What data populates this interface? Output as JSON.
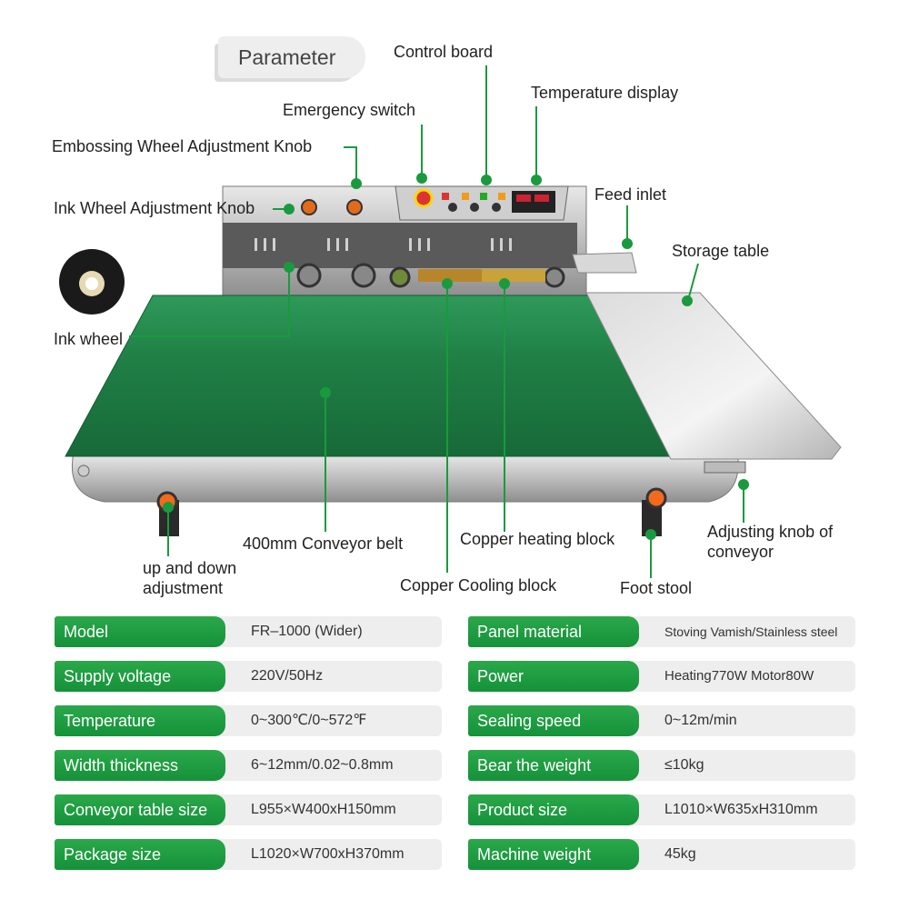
{
  "header": {
    "title": "Parameter"
  },
  "callouts": {
    "control_board": "Control board",
    "temperature_display": "Temperature display",
    "emergency_switch": "Emergency switch",
    "embossing_knob": "Embossing Wheel Adjustment Knob",
    "ink_knob": "Ink Wheel Adjustment Knob",
    "feed_inlet": "Feed inlet",
    "storage_table": "Storage table",
    "ink_wheel": "Ink wheel",
    "conveyor_belt": "400mm Conveyor belt",
    "copper_heating": "Copper heating block",
    "adjusting_knob": "Adjusting knob of conveyor",
    "up_down": "up and down adjustment",
    "copper_cooling": "Copper Cooling block",
    "foot_stool": "Foot stool"
  },
  "specs_left": [
    {
      "key": "Model",
      "value": "FR–1000 (Wider)"
    },
    {
      "key": "Supply voltage",
      "value": "220V/50Hz"
    },
    {
      "key": "Temperature",
      "value": "0~300℃/0~572℉"
    },
    {
      "key": "Width thickness",
      "value": "6~12mm/0.02~0.8mm"
    },
    {
      "key": "Conveyor table size",
      "value": "L955×W400xH150mm"
    },
    {
      "key": "Package size",
      "value": "L1020×W700xH370mm"
    }
  ],
  "specs_right": [
    {
      "key": "Panel material",
      "value": "Stoving Vamish/Stainless steel"
    },
    {
      "key": "Power",
      "value": "Heating770W  Motor80W"
    },
    {
      "key": "Sealing speed",
      "value": "0~12m/min"
    },
    {
      "key": "Bear the weight",
      "value": "≤10kg"
    },
    {
      "key": "Product size",
      "value": "L1010×W635xH310mm"
    },
    {
      "key": "Machine weight",
      "value": "45kg"
    }
  ],
  "colors": {
    "accent_green": "#1a9a3e",
    "belt_green": "#1f7a3a",
    "value_bg": "#eeeeee"
  }
}
